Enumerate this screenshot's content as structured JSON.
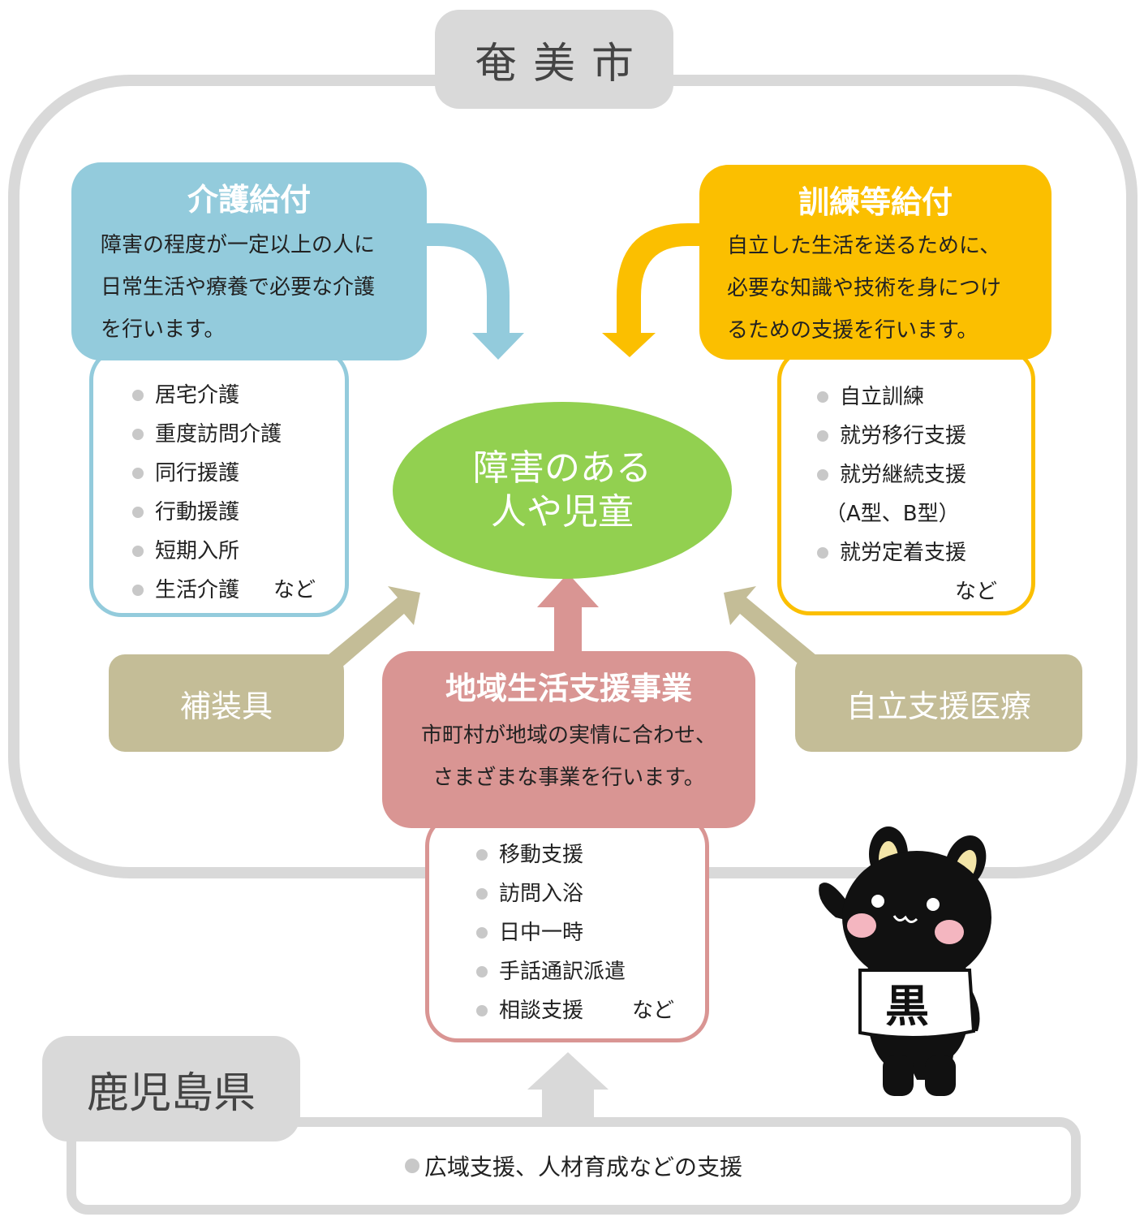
{
  "city": {
    "label": "奄美市"
  },
  "prefecture": {
    "label": "鹿児島県",
    "support": "広域支援、人材育成などの支援"
  },
  "center": {
    "line1": "障害のある",
    "line2": "人や児童"
  },
  "kaigo": {
    "title": "介護給付",
    "desc": [
      "障害の程度が一定以上の人に",
      "日常生活や療養で必要な介護",
      "を行います。"
    ],
    "items": [
      "居宅介護",
      "重度訪問介護",
      "同行援護",
      "行動援護",
      "短期入所",
      "生活介護"
    ],
    "suffix": "など"
  },
  "kunren": {
    "title": "訓練等給付",
    "desc": [
      "自立した生活を送るために、",
      "必要な知識や技術を身につけ",
      "るための支援を行います。"
    ],
    "items": [
      "自立訓練",
      "就労移行支援",
      "就労継続支援",
      "（A型、B型）",
      "就労定着支援"
    ],
    "suffix": "など"
  },
  "chiiki": {
    "title": "地域生活支援事業",
    "desc": [
      "市町村が地域の実情に合わせ、",
      "さまざまな事業を行います。"
    ],
    "items": [
      "移動支援",
      "訪問入浴",
      "日中一時",
      "手話通訳派遣",
      "相談支援"
    ],
    "suffix": "など"
  },
  "side": {
    "left": "補装具",
    "right": "自立支援医療"
  },
  "mascot": {
    "badge": "黒"
  },
  "colors": {
    "kaigo": "#93cbdc",
    "kunren": "#fbbf00",
    "chiiki": "#d99593",
    "center": "#92d050",
    "side": "#c4bd97",
    "frame": "#d9d9d9"
  }
}
